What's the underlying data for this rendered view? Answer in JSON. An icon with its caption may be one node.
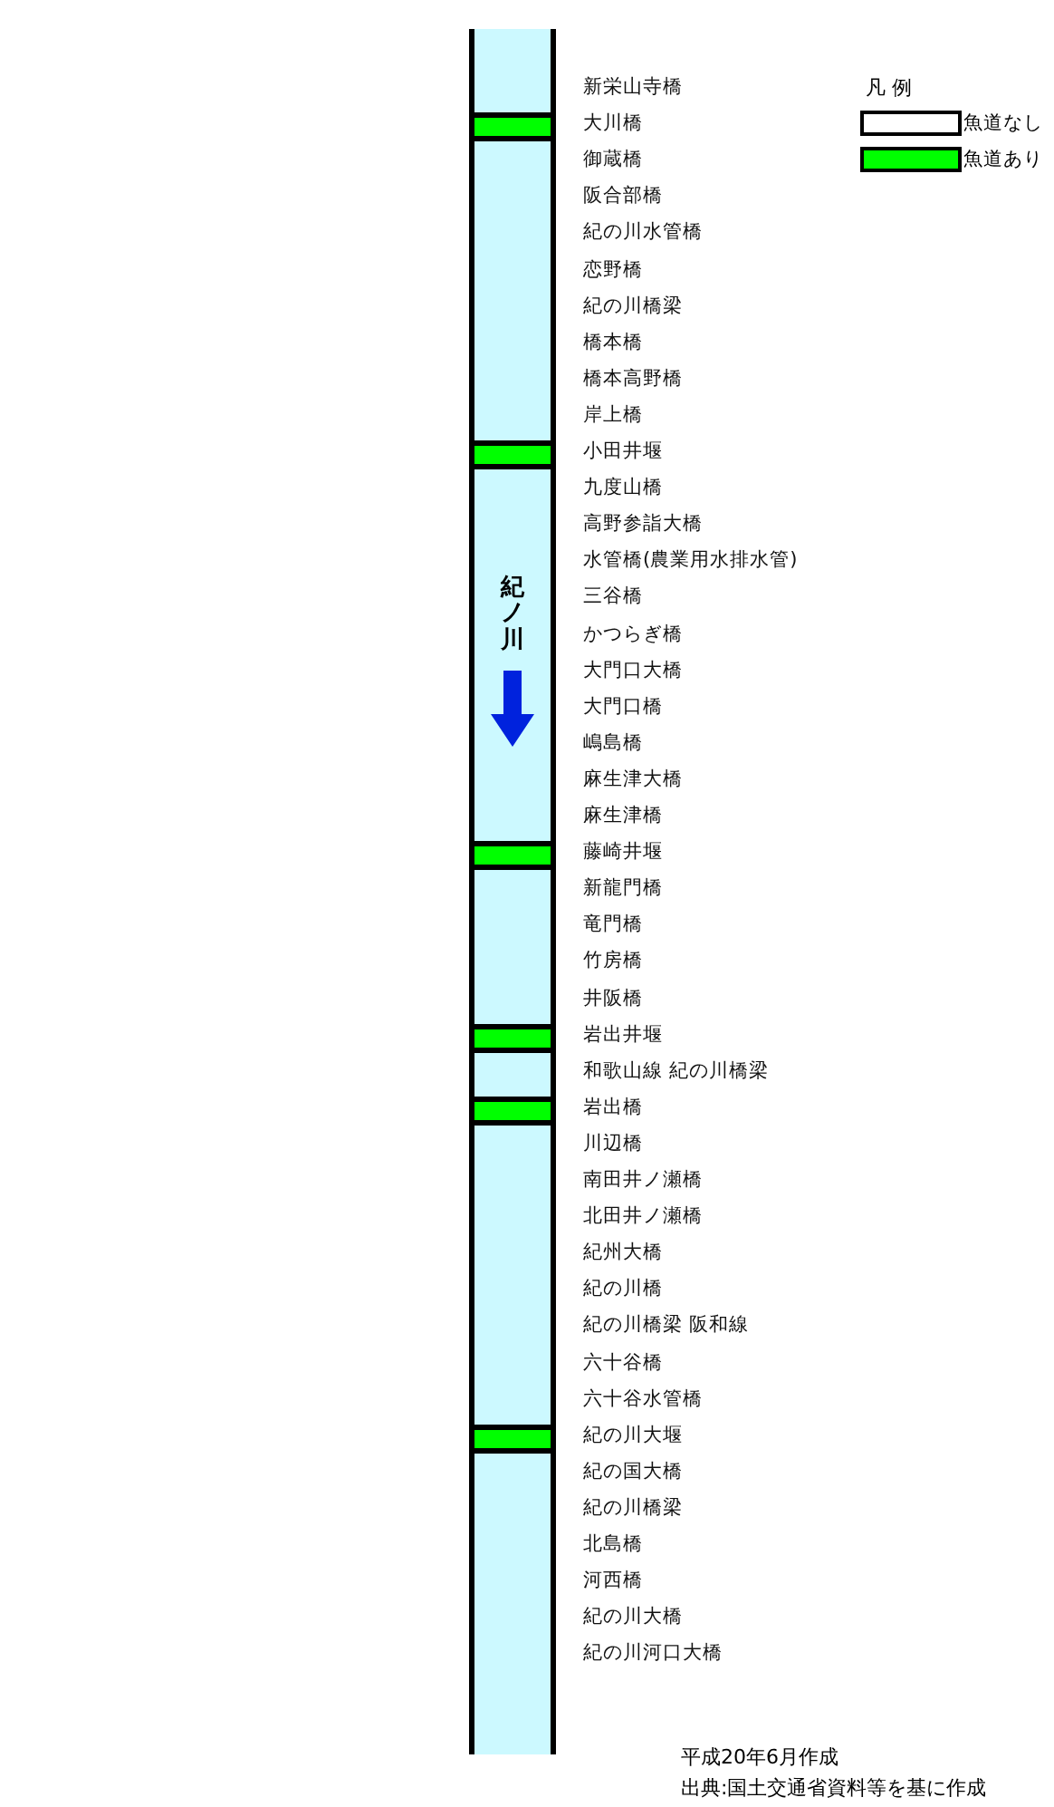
{
  "diagram": {
    "nodes": [
      {
        "text": [
          "紀ノ川"
        ]
      },
      {
        "text": [],
        "shape": "bar",
        "in": 0
      },
      {
        "text": [],
        "shape": "bar",
        "in": 0
      },
      {
        "text": [],
        "shape": "bar",
        "in": 0
      },
      {
        "text": [],
        "shape": "bar",
        "in": 0
      },
      {
        "text": [],
        "shape": "bar",
        "in": 0
      },
      {
        "text": [],
        "shape": "bar",
        "in": 0
      }
    ],
    "edges": [],
    "labels": [
      "新栄山寺橋",
      "大川橋",
      "御蔵橋",
      "阪合部橋",
      "紀の川水管橋",
      "恋野橋",
      "紀の川橋梁",
      "橋本橋",
      "橋本高野橋",
      "岸上橋",
      "小田井堰",
      "九度山橋",
      "高野参詣大橋",
      "水管橋(農業用水排水管)",
      "三谷橋",
      "かつらぎ橋",
      "大門口大橋",
      "大門口橋",
      "嶋島橋",
      "麻生津大橋",
      "麻生津橋",
      "藤崎井堰",
      "新龍門橋",
      "竜門橋",
      "竹房橋",
      "井阪橋",
      "岩出井堰",
      "和歌山線 紀の川橋梁",
      "岩出橋",
      "川辺橋",
      "南田井ノ瀬橋",
      "北田井ノ瀬橋",
      "紀州大橋",
      "紀の川橋",
      "紀の川橋梁 阪和線",
      "六十谷橋",
      "六十谷水管橋",
      "紀の川大堰",
      "紀の国大橋",
      "紀の川橋梁",
      "北島橋",
      "河西橋",
      "紀の川大橋",
      "紀の川河口大橋",
      "凡 例",
      "平成20年6月作成",
      "出典:国土交通省資料等を基に作成"
    ],
    "legend": [
      {
        "text": "魚道なし",
        "color": "#ffffff"
      },
      {
        "text": "魚道あり",
        "color": "#00ff00"
      }
    ]
  }
}
